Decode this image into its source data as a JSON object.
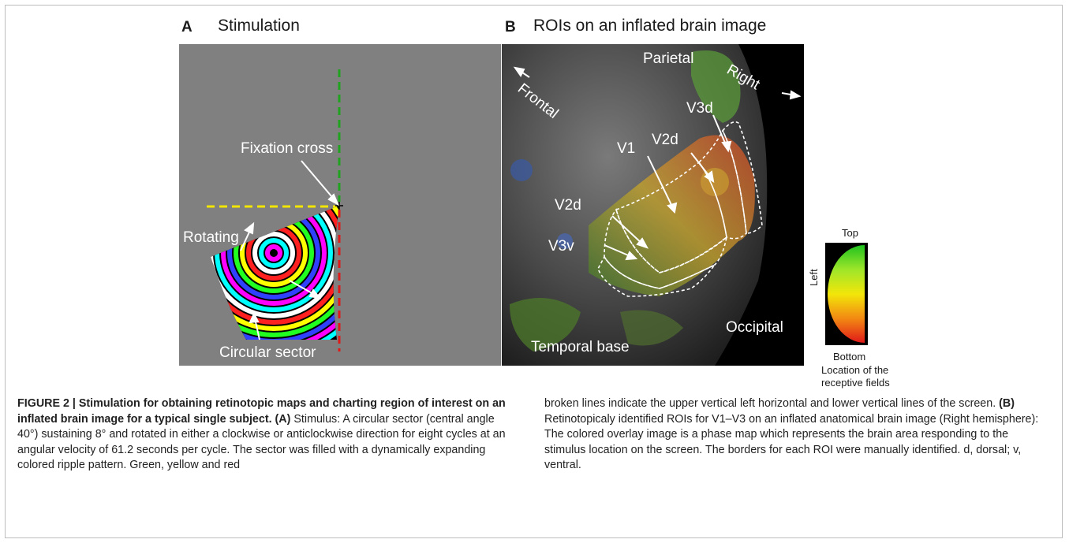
{
  "panelA": {
    "letter": "A",
    "title": "Stimulation",
    "labels": {
      "fixation": "Fixation cross",
      "rotating": "Rotating",
      "sector": "Circular sector"
    }
  },
  "panelB": {
    "letter": "B",
    "title": "ROIs on an inflated brain image",
    "labels": {
      "parietal": "Parietal",
      "right": "Right",
      "frontal": "Frontal",
      "v3d": "V3d",
      "v2d_top": "V2d",
      "v1": "V1",
      "v2d_mid": "V2d",
      "v3v": "V3v",
      "occipital": "Occipital",
      "temporal": "Temporal base"
    }
  },
  "legend": {
    "top": "Top",
    "left": "Left",
    "bottom": "Bottom",
    "caption_line1": "Location of the",
    "caption_line2": "receptive fields"
  },
  "caption": {
    "title": "FIGURE 2 | Stimulation for obtaining retinotopic maps and charting region of interest on an inflated brain image for a typical single subject.",
    "a_tag": "(A)",
    "a_text": " Stimulus: A circular sector (central angle 40°) sustaining 8° and rotated in either a clockwise or anticlockwise direction for eight cycles at an angular velocity of 61.2 seconds per cycle. The sector was filled with a dynamically expanding colored ripple pattern. Green, yellow and red",
    "right_text_1": "broken lines indicate the upper vertical left horizontal and lower vertical lines of the screen. ",
    "b_tag": "(B)",
    "right_text_2": " Retinotopicaly identified ROIs for V1–V3 on an inflated anatomical brain image (Right hemisphere): The colored overlay image is a phase map which represents the brain area responding to the stimulus location on the screen. The borders for each ROI were manually identified. d, dorsal; v, ventral."
  },
  "colors": {
    "stim_bg": "#808080",
    "green_line": "#1fa31f",
    "yellow_line": "#f2e600",
    "red_line": "#e01919",
    "brain_bg": "#000000"
  }
}
